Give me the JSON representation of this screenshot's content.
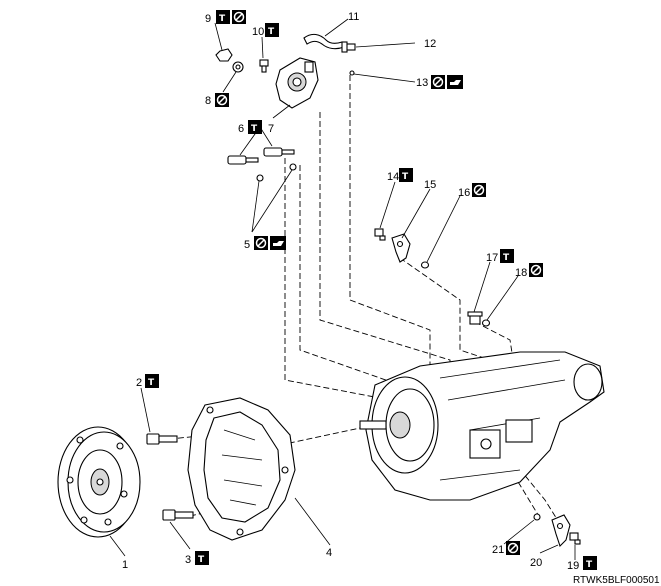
{
  "drawing_id": "RTWK5BLF000501",
  "symbols": {
    "torque": "T",
    "non_reusable": "⊘",
    "lubricate": "oil"
  },
  "callouts": [
    {
      "id": "c1",
      "label": "1"
    },
    {
      "id": "c2",
      "label": "2"
    },
    {
      "id": "c3",
      "label": "3"
    },
    {
      "id": "c4",
      "label": "4"
    },
    {
      "id": "c5",
      "label": "5"
    },
    {
      "id": "c6",
      "label": "6"
    },
    {
      "id": "c7",
      "label": "7"
    },
    {
      "id": "c8",
      "label": "8"
    },
    {
      "id": "c9",
      "label": "9"
    },
    {
      "id": "c10",
      "label": "10"
    },
    {
      "id": "c11",
      "label": "11"
    },
    {
      "id": "c12",
      "label": "12"
    },
    {
      "id": "c13",
      "label": "13"
    },
    {
      "id": "c14",
      "label": "14"
    },
    {
      "id": "c15",
      "label": "15"
    },
    {
      "id": "c16",
      "label": "16"
    },
    {
      "id": "c17",
      "label": "17"
    },
    {
      "id": "c18",
      "label": "18"
    },
    {
      "id": "c19",
      "label": "19"
    },
    {
      "id": "c20",
      "label": "20"
    },
    {
      "id": "c21",
      "label": "21"
    }
  ]
}
